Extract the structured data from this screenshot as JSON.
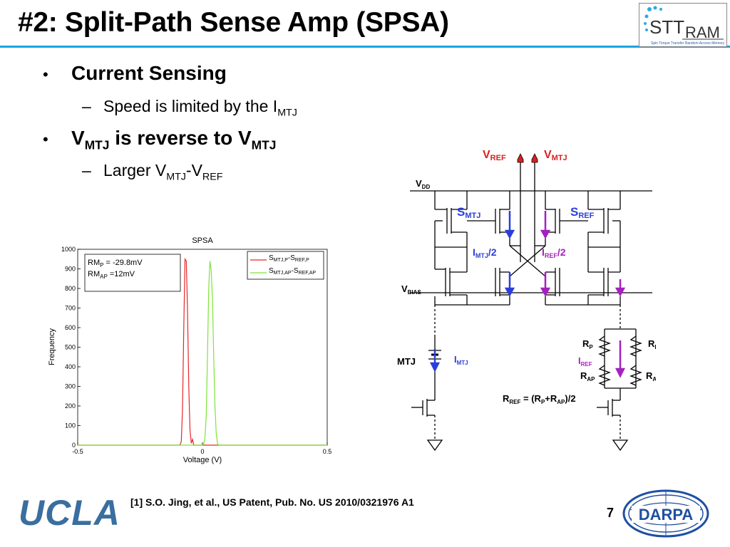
{
  "title": "#2: Split-Path Sense Amp (SPSA)",
  "logo": {
    "text_stt": "STT",
    "text_ram": "RAM",
    "tagline": "Spin Torque Transfer Random Access Memory"
  },
  "bullets": [
    {
      "main": "Current Sensing",
      "sub_prefix": "Speed is limited by the I",
      "sub_subscript": "MTJ"
    },
    {
      "main_v1": "V",
      "main_v1_sub": "MTJ",
      "main_mid": " is reverse to V",
      "main_v2_sub": "MTJ",
      "sub_text1": "Larger V",
      "sub_sub1": "MTJ",
      "sub_mid": "-V",
      "sub_sub2": "REF"
    }
  ],
  "chart_data": {
    "type": "line",
    "title": "SPSA",
    "xlabel": "Voltage (V)",
    "ylabel": "Frequency",
    "xlim": [
      -0.5,
      0.5
    ],
    "ylim": [
      0,
      1000
    ],
    "xticks": [
      "-0.5",
      "0",
      "0.5"
    ],
    "yticks": [
      "0",
      "100",
      "200",
      "300",
      "400",
      "500",
      "600",
      "700",
      "800",
      "900",
      "1000"
    ],
    "annotation": {
      "line1_pre": "RM",
      "line1_sub": "P",
      "line1_post": " = -29.8mV",
      "line2_pre": "RM",
      "line2_sub": "AP",
      "line2_post": " =12mV"
    },
    "series": [
      {
        "name_a": "S",
        "name_a_sub": "MTJ,P",
        "name_b": "-S",
        "name_b_sub": "REF,P",
        "color": "#e8262a",
        "x": [
          -0.5,
          -0.1,
          -0.09,
          -0.085,
          -0.08,
          -0.075,
          -0.07,
          -0.065,
          -0.06,
          -0.055,
          -0.05,
          -0.045,
          -0.04,
          -0.035,
          -0.03,
          0.5
        ],
        "y": [
          0,
          0,
          0,
          20,
          180,
          600,
          950,
          940,
          700,
          300,
          80,
          10,
          30,
          0,
          0,
          0
        ]
      },
      {
        "name_a": "S",
        "name_a_sub": "MTJ,AP",
        "name_b": "-S",
        "name_b_sub": "REF,AP",
        "color": "#7fe33a",
        "x": [
          -0.5,
          0.0,
          0.005,
          0.01,
          0.015,
          0.02,
          0.025,
          0.03,
          0.035,
          0.04,
          0.045,
          0.05,
          0.055,
          0.06,
          0.065,
          0.5
        ],
        "y": [
          0,
          0,
          5,
          40,
          150,
          450,
          800,
          940,
          890,
          750,
          450,
          200,
          60,
          10,
          0,
          0
        ]
      }
    ]
  },
  "circuit": {
    "vref": "V",
    "vref_sub": "REF",
    "vmtj": "V",
    "vmtj_sub": "MTJ",
    "vdd": "V",
    "vdd_sub": "DD",
    "vbias": "V",
    "vbias_sub": "BIAS",
    "smtj": "S",
    "smtj_sub": "MTJ",
    "sref": "S",
    "sref_sub": "REF",
    "imtj2": "I",
    "imtj2_sub": "MTJ",
    "imtj2_post": "/2",
    "iref2": "I",
    "iref2_sub": "REF",
    "iref2_post": "/2",
    "mtj": "MTJ",
    "imtj": "I",
    "imtj_sub": "MTJ",
    "iref": "I",
    "iref_sub": "REF",
    "rp_left": "R",
    "rp_left_sub": "P",
    "rp_right": "R",
    "rp_right_sub": "P",
    "rap_left": "R",
    "rap_left_sub": "AP",
    "rap_right": "R",
    "rap_right_sub": "AP",
    "rref_pre": "R",
    "rref_sub": "REF",
    "rref_mid": " = (R",
    "rref_sub2": "P",
    "rref_plus": "+R",
    "rref_sub3": "AP",
    "rref_post": ")/2"
  },
  "footer": {
    "reference": "[1] S.O. Jing, et al., US Patent, Pub. No. US 2010/0321976 A1",
    "page_number": "7",
    "ucla": "UCLA",
    "darpa": "DARPA"
  },
  "colors": {
    "accent_rule": "#1aa3e0",
    "red": "#e8262a",
    "blue": "#2b3fd8",
    "purple": "#a520c0",
    "ucla_blue": "#3a6e9f",
    "darpa_blue": "#1f4fa3"
  }
}
